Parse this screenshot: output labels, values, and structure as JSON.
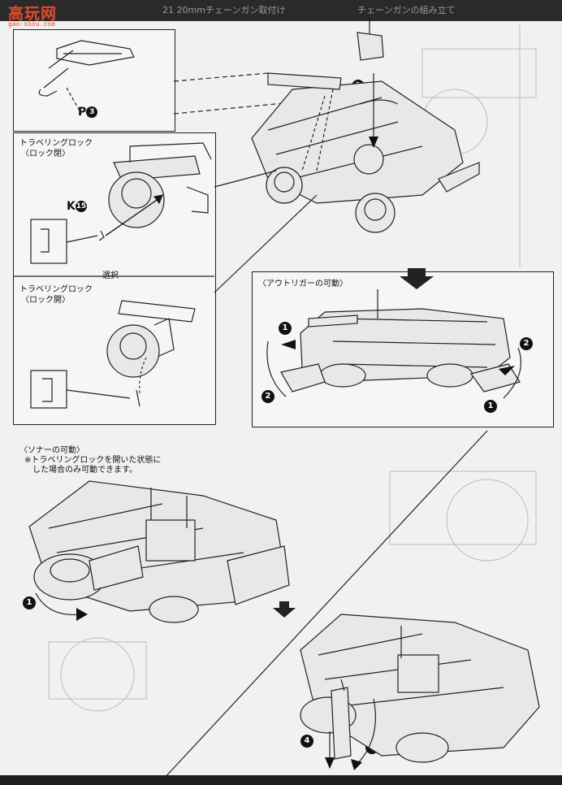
{
  "header": {
    "logo_text": "高玩网",
    "logo_url_text": "gao-shou.com",
    "ghost_text_left": "21 20mmチェーンガン取付け",
    "ghost_text_right": "チェーンガンの組み立て"
  },
  "parts": {
    "p3": "P",
    "p3_num": "3",
    "k15": "K",
    "k15_num": "15"
  },
  "travel_lock": {
    "closed_title": "トラベリングロック",
    "closed_sub": "〈ロック閉〉",
    "select_label": "選択",
    "open_title": "トラベリングロック",
    "open_sub": "〈ロック開〉"
  },
  "outrigger": {
    "title": "〈アウトリガーの可動〉"
  },
  "sonar": {
    "title": "〈ソナーの可動〉",
    "note_line1": "※トラベリングロックを開いた状態に",
    "note_line2": "した場合のみ可動できます。"
  },
  "steps": {
    "s1": "1",
    "s2": "2",
    "s3": "3",
    "s4": "4"
  },
  "colors": {
    "ink": "#222222",
    "paper": "#f1f1ef",
    "logo": "#e64a2a"
  }
}
